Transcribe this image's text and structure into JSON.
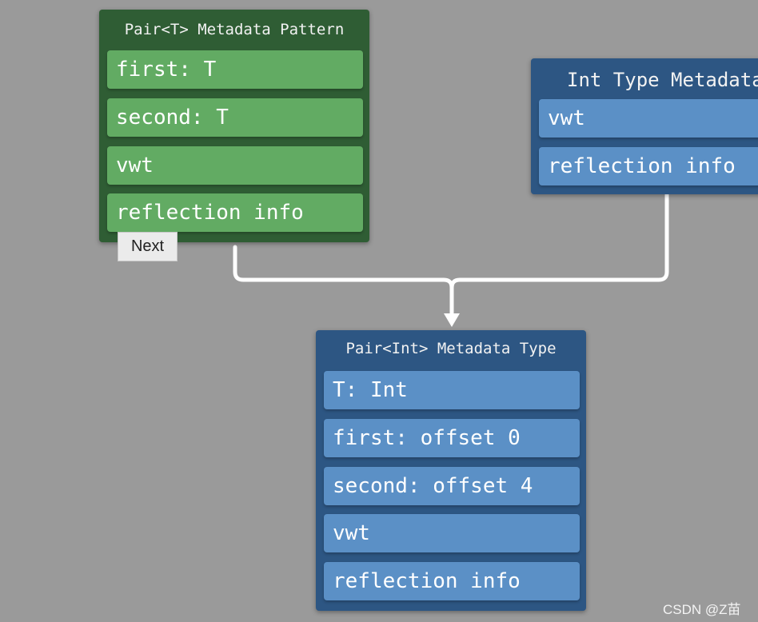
{
  "pattern_panel": {
    "title": "Pair<T> Metadata Pattern",
    "fields": [
      "first: T",
      "second: T",
      "vwt",
      "reflection info"
    ]
  },
  "int_type_panel": {
    "title": "Int Type Metadata",
    "fields": [
      "vwt",
      "reflection info"
    ]
  },
  "pair_int_panel": {
    "title": "Pair<Int> Metadata Type",
    "fields": [
      "T: Int",
      "first: offset 0",
      "second: offset 4",
      "vwt",
      "reflection info"
    ]
  },
  "controls": {
    "next_label": "Next"
  },
  "watermark": "CSDN @Z苗",
  "colors": {
    "background": "#9a9a9a",
    "green_panel": "#2f5d34",
    "green_field": "#62ab63",
    "blue_panel": "#2d5683",
    "blue_field": "#5b90c6",
    "connector": "#ffffff"
  }
}
